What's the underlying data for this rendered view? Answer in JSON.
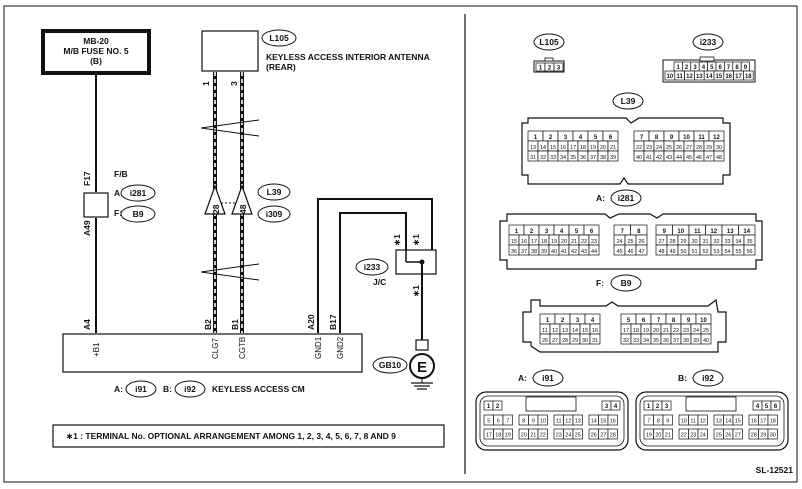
{
  "fuse_box": {
    "line1": "MB-20",
    "line2": "M/B FUSE NO. 5",
    "line3": "(B)"
  },
  "antenna": {
    "connector": "L105",
    "name_line1": "KEYLESS ACCESS INTERIOR ANTENNA",
    "name_line2": "(REAR)",
    "pin1": "1",
    "pin3": "3"
  },
  "fb": {
    "label": "F/B",
    "pin_top": "F17",
    "pin_bottom": "A49",
    "prefix_a": "A:",
    "conn_a": "i281",
    "prefix_f": "F:",
    "conn_f": "B9"
  },
  "mid_connectors": {
    "top": "L39",
    "bottom": "i309",
    "pin_left": "28",
    "pin_right": "48"
  },
  "jc": {
    "connector": "i233",
    "label": "J/C",
    "star": "∗1"
  },
  "ground": {
    "connector": "GB10",
    "symbol": "E"
  },
  "cm": {
    "prefix_a": "A:",
    "conn_a": "i91",
    "prefix_b": "B:",
    "conn_b": "i92",
    "label": "KEYLESS ACCESS CM",
    "pins": [
      "A4",
      "B2",
      "B1",
      "A20",
      "B17"
    ],
    "signals": [
      "+B1",
      "CLG7",
      "CGTB",
      "GND1",
      "GND2"
    ]
  },
  "note": "∗1  : TERMINAL No. OPTIONAL ARRANGEMENT AMONG 1, 2, 3, 4, 5, 6, 7, 8 AND 9",
  "code": "SL-12521",
  "right": {
    "l105": {
      "name": "L105",
      "pins": [
        "1",
        "2",
        "3"
      ]
    },
    "i233": {
      "name": "i233",
      "row1": [
        "1",
        "2",
        "3",
        "4",
        "5",
        "6",
        "7",
        "8",
        "9"
      ],
      "row2": [
        "10",
        "11",
        "12",
        "13",
        "14",
        "15",
        "16",
        "17",
        "18"
      ]
    },
    "l39": {
      "name": "L39",
      "left_rows": [
        [
          "1",
          "2",
          "3",
          "4",
          "5",
          "6"
        ],
        [
          "13",
          "14",
          "15",
          "16",
          "17",
          "18",
          "19",
          "20",
          "21"
        ],
        [
          "31",
          "32",
          "33",
          "34",
          "35",
          "36",
          "37",
          "38",
          "39"
        ]
      ],
      "right_rows": [
        [
          "7",
          "8",
          "9",
          "10",
          "11",
          "12"
        ],
        [
          "22",
          "23",
          "24",
          "25",
          "26",
          "27",
          "28",
          "29",
          "30"
        ],
        [
          "40",
          "41",
          "42",
          "43",
          "44",
          "45",
          "46",
          "47",
          "48"
        ]
      ]
    },
    "i281": {
      "prefix": "A:",
      "name": "i281",
      "left_rows": [
        [
          "1",
          "2",
          "3",
          "4",
          "5",
          "6"
        ],
        [
          "15",
          "16",
          "17",
          "18",
          "19",
          "20",
          "21",
          "22",
          "23"
        ],
        [
          "36",
          "37",
          "38",
          "39",
          "40",
          "41",
          "42",
          "43",
          "44"
        ]
      ],
      "mid_rows": [
        [
          "7",
          "8"
        ],
        [
          "24",
          "25",
          "26"
        ],
        [
          "45",
          "46",
          "47"
        ]
      ],
      "right_rows": [
        [
          "9",
          "10",
          "11",
          "12",
          "13",
          "14"
        ],
        [
          "27",
          "28",
          "29",
          "30",
          "31",
          "32",
          "33",
          "34",
          "35"
        ],
        [
          "48",
          "49",
          "50",
          "51",
          "52",
          "53",
          "54",
          "55",
          "56"
        ]
      ]
    },
    "b9": {
      "prefix": "F:",
      "name": "B9",
      "left_rows": [
        [
          "1",
          "2",
          "3",
          "4"
        ],
        [
          "11",
          "12",
          "13",
          "14",
          "15",
          "16"
        ],
        [
          "26",
          "27",
          "28",
          "29",
          "30",
          "31"
        ]
      ],
      "right_rows": [
        [
          "5",
          "6",
          "7",
          "8",
          "9",
          "10"
        ],
        [
          "17",
          "18",
          "19",
          "20",
          "21",
          "22",
          "23",
          "24",
          "25"
        ],
        [
          "32",
          "33",
          "34",
          "35",
          "36",
          "37",
          "38",
          "39",
          "40"
        ]
      ]
    },
    "i91": {
      "prefix": "A:",
      "name": "i91",
      "row1a": [
        "1",
        "2"
      ],
      "row1b": [
        "3",
        "4"
      ],
      "row2": [
        [
          "5",
          "6",
          "7"
        ],
        [
          "8",
          "9",
          "10"
        ],
        [
          "11",
          "12",
          "13"
        ],
        [
          "14",
          "15",
          "16"
        ]
      ],
      "row3": [
        [
          "17",
          "18",
          "19"
        ],
        [
          "20",
          "21",
          "22"
        ],
        [
          "23",
          "24",
          "25"
        ],
        [
          "26",
          "27",
          "28"
        ]
      ]
    },
    "i92": {
      "prefix": "B:",
      "name": "i92",
      "row1a": [
        "1",
        "2",
        "3"
      ],
      "row1b": [
        "4",
        "5",
        "6"
      ],
      "row2": [
        [
          "7",
          "8",
          "9"
        ],
        [
          "10",
          "11",
          "12"
        ],
        [
          "13",
          "14",
          "15"
        ],
        [
          "16",
          "17",
          "18"
        ]
      ],
      "row3": [
        [
          "19",
          "20",
          "21"
        ],
        [
          "22",
          "23",
          "24"
        ],
        [
          "25",
          "26",
          "27"
        ],
        [
          "28",
          "29",
          "30"
        ]
      ]
    }
  }
}
